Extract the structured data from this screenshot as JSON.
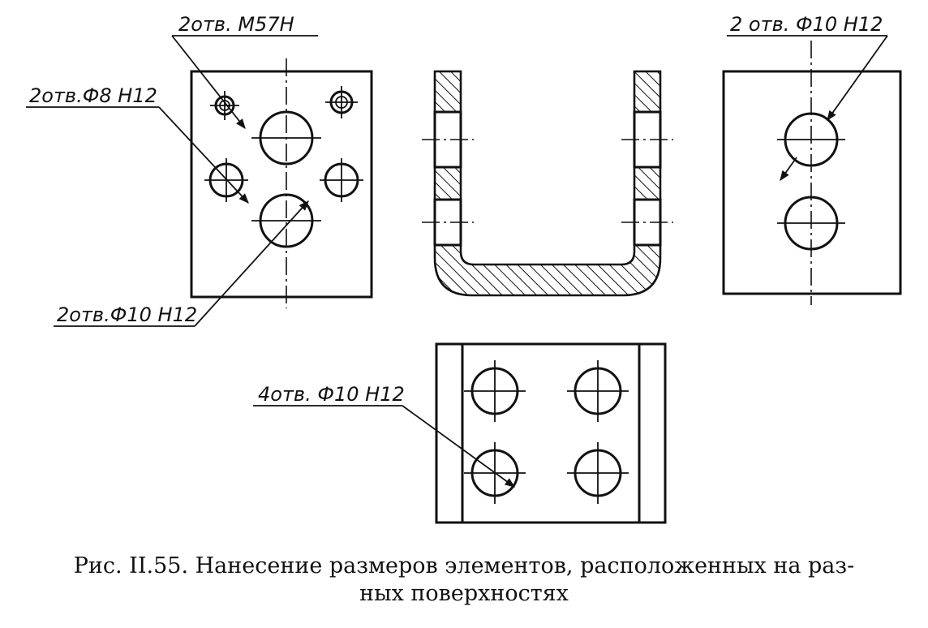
{
  "annotations": {
    "thread_holes": "2отв. M57H",
    "small_holes": "2отв.Ф8 H12",
    "bottom_left_holes": "2отв.Ф10 H12",
    "right_holes": "2 отв. Ф10 H12",
    "bottom_view_holes": "4отв. Ф10 H12"
  },
  "caption": {
    "line1": "Рис. II.55. Нанесение размеров элементов, расположенных на раз-",
    "line2": "ных поверхностях"
  },
  "colors": {
    "ink": "#111111",
    "paper": "#ffffff"
  }
}
